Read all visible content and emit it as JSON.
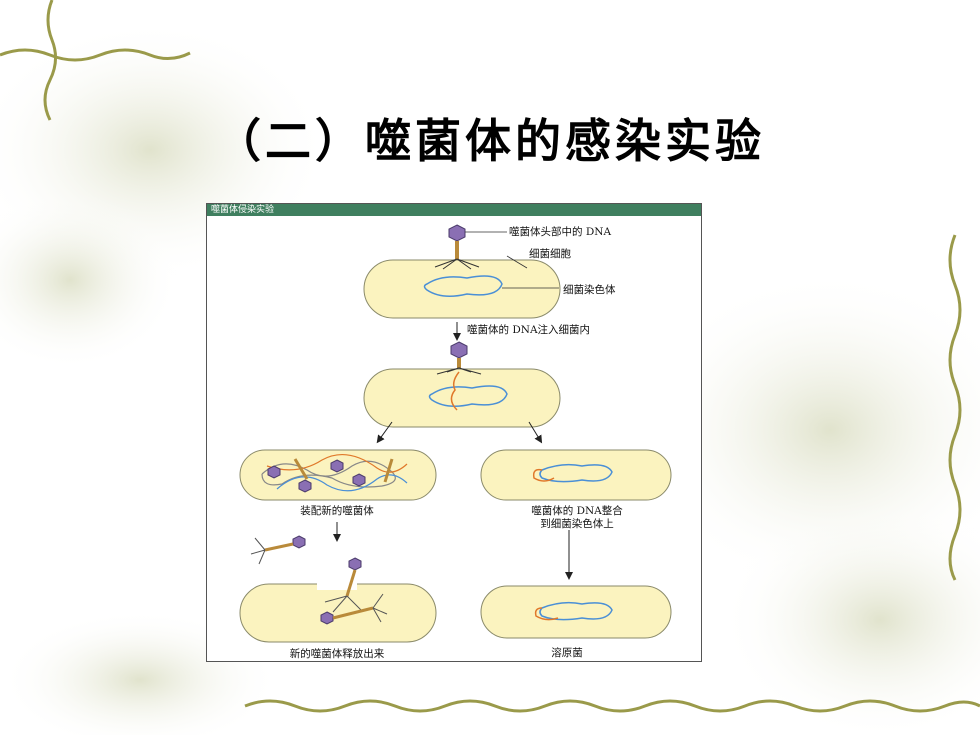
{
  "slide": {
    "title": "（二）噬菌体的感染实验"
  },
  "figure": {
    "header": "噬菌体侵染实验",
    "labels": {
      "phage_head_dna": "噬菌体头部中的 DNA",
      "bacterial_cell": "细菌细胞",
      "bacterial_chromosome": "细菌染色体",
      "dna_injected": "噬菌体的 DNA注入细菌内",
      "assemble_new_phage": "装配新的噬菌体",
      "dna_integrated_line1": "噬菌体的 DNA整合",
      "dna_integrated_line2": "到细菌染色体上",
      "new_phage_released": "新的噬菌体释放出来",
      "lysogenic_bacteria": "溶原菌"
    }
  },
  "colors": {
    "cell_fill": "#fbf3bf",
    "cell_stroke": "#8a8a6a",
    "bacterial_dna": "#4a8fd6",
    "phage_dna": "#e0782a",
    "phage_head": "#8a6fb3",
    "header_bar": "#3f7f5f"
  }
}
